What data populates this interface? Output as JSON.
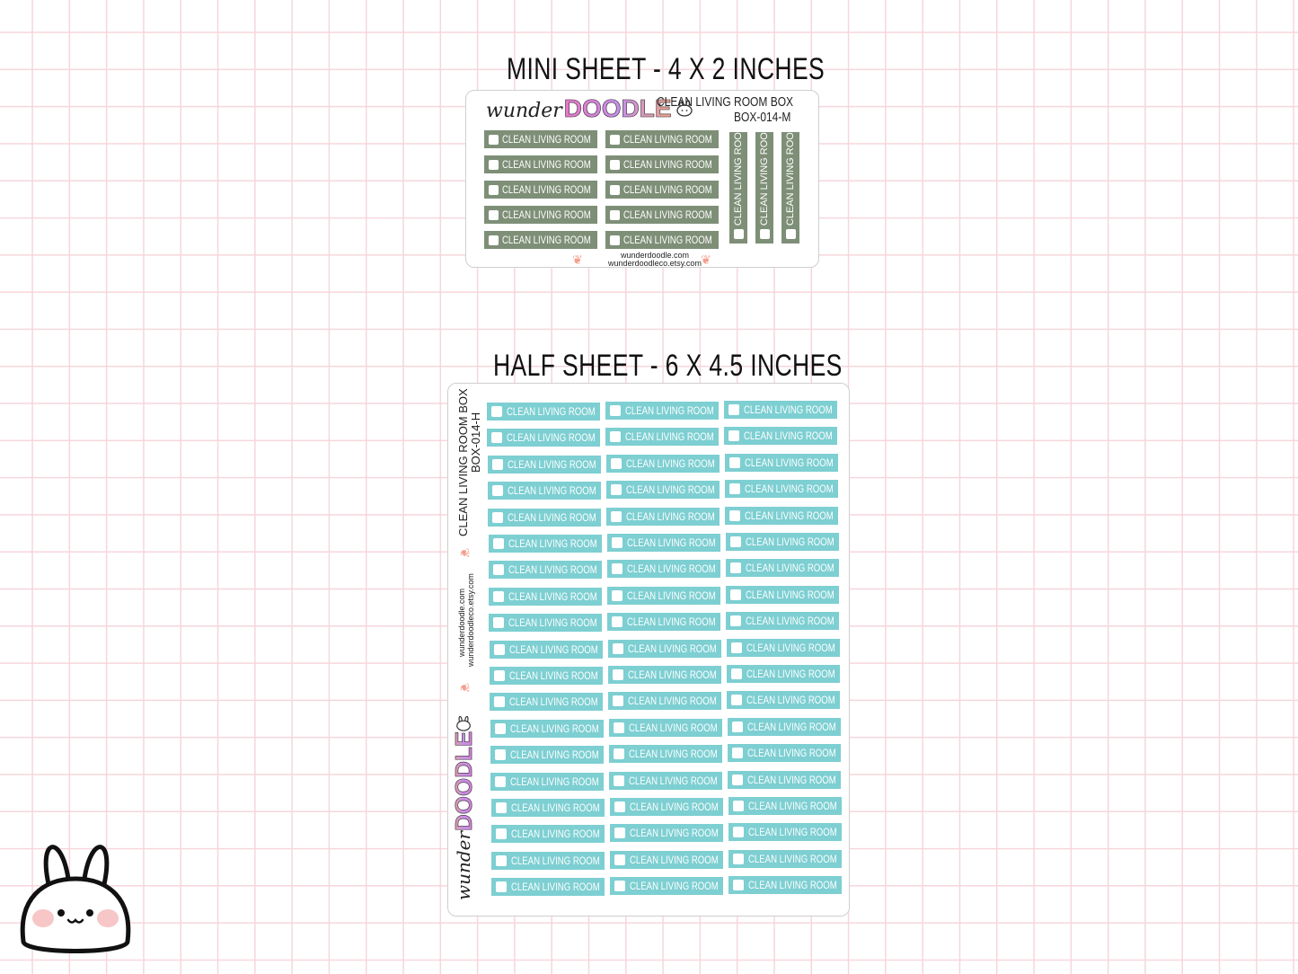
{
  "mini": {
    "heading": "MINI SHEET - 4 X 2 INCHES",
    "brand_word": "wunder",
    "brand_doodle": "DOODLE",
    "title_line1": "CLEAN LIVING ROOM BOX",
    "title_line2": "BOX-014-M",
    "label_text": "CLEAN LIVING ROOM",
    "url1": "wunderdoodle.com",
    "url2": "wunderdoodleco.etsy.com",
    "label_color": "#7e8f77",
    "rows": 5,
    "cols": 2,
    "vertical_count": 3
  },
  "half": {
    "heading": "HALF SHEET - 6 X 4.5 INCHES",
    "title_line1": "CLEAN LIVING ROOM BOX",
    "title_line2": "BOX-014-H",
    "url1": "wunderdoodle.com",
    "url2": "wunderdoodleco.etsy.com",
    "brand_word": "wunder",
    "brand_doodle": "DOODLE",
    "label_text": "CLEAN LIVING ROOM",
    "label_color": "#7dcfd2",
    "rows": 19,
    "cols": 3
  },
  "icons": {
    "mascot": "bunny-mascot-icon",
    "small_bunny": "bunny-face-icon",
    "sprig": "leaf-sprig-icon"
  }
}
